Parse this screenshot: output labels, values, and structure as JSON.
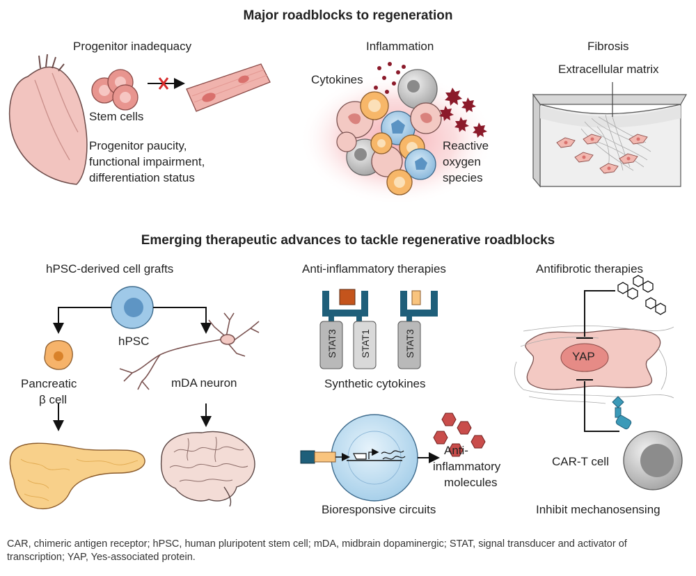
{
  "top": {
    "title": "Major roadblocks to regeneration",
    "progenitor": {
      "heading": "Progenitor inadequacy",
      "stem_label": "Stem cells",
      "desc_lines": [
        "Progenitor paucity,",
        "functional impairment,",
        "differentiation status"
      ]
    },
    "inflammation": {
      "heading": "Inflammation",
      "cytokines_label": "Cytokines",
      "ros_lines": [
        "Reactive",
        "oxygen",
        "species"
      ]
    },
    "fibrosis": {
      "heading": "Fibrosis",
      "ecm_label": "Extracellular matrix"
    }
  },
  "bottom": {
    "title": "Emerging therapeutic advances to tackle regenerative roadblocks",
    "grafts": {
      "heading": "hPSC-derived cell grafts",
      "hpsc_label": "hPSC",
      "beta_lines": [
        "Pancreatic",
        "β cell"
      ],
      "neuron_label": "mDA neuron"
    },
    "antiinflammatory": {
      "heading": "Anti-inflammatory therapies",
      "stat3_label": "STAT3",
      "stat1_label": "STAT1",
      "synthetic_label": "Synthetic cytokines",
      "molecules_lines": [
        "Anti-",
        "inflammatory",
        "molecules"
      ],
      "circuits_label": "Bioresponsive circuits"
    },
    "antifibrotic": {
      "heading": "Antifibrotic therapies",
      "yap_label": "YAP",
      "cart_label": "CAR-T cell",
      "mechano_label": "Inhibit mechanosensing"
    }
  },
  "footnote": "CAR, chimeric antigen receptor; hPSC, human pluripotent stem cell; mDA, midbrain dopaminergic; STAT, signal transducer and activator of transcription; YAP, Yes-associated protein.",
  "colors": {
    "heart": "#f2c4bf",
    "stem_cell": "#e8958f",
    "muscle": "#f0b3ad",
    "red_x": "#d62a2a",
    "ros": "#8b1a2a",
    "hpsc": "#9fc9e8",
    "beta_cell": "#f6b36a",
    "pancreas": "#f8d08a",
    "brain": "#f3dcd6",
    "receptor": "#1f5f7a",
    "cytokine_dark": "#c4541c",
    "cytokine_light": "#f9c47e",
    "stat": "#b9b9b9",
    "hexagon": "#c94d4b",
    "cart_cell": "#cfcfcf",
    "yap": "#e68b86"
  }
}
